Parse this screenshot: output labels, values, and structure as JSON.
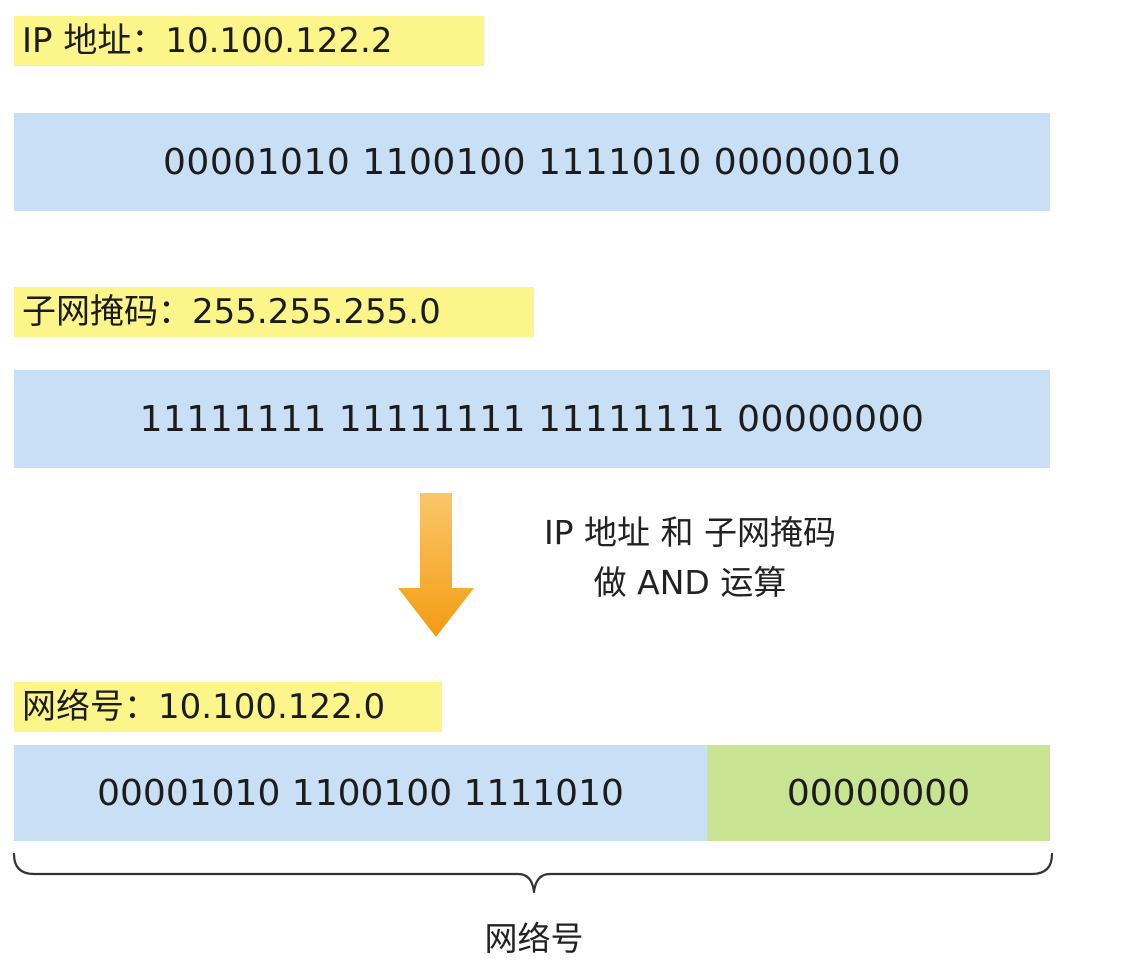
{
  "ip_section": {
    "label": "IP 地址：10.100.122.2",
    "binary": "00001010 1100100 1111010 00000010"
  },
  "mask_section": {
    "label": "子网掩码：255.255.255.0",
    "binary": "11111111 11111111 11111111 00000000"
  },
  "operation": {
    "line1": "IP 地址 和 子网掩码",
    "line2": "做 AND 运算"
  },
  "network_section": {
    "label": "网络号：10.100.122.0",
    "network_binary": "00001010 1100100 1111010",
    "host_binary": "00000000",
    "brace_label": "网络号"
  },
  "colors": {
    "label_highlight": "#fcf58a",
    "bar_blue": "#c9dff6",
    "bar_green": "#c8e493",
    "arrow_orange": "#f6a623"
  }
}
